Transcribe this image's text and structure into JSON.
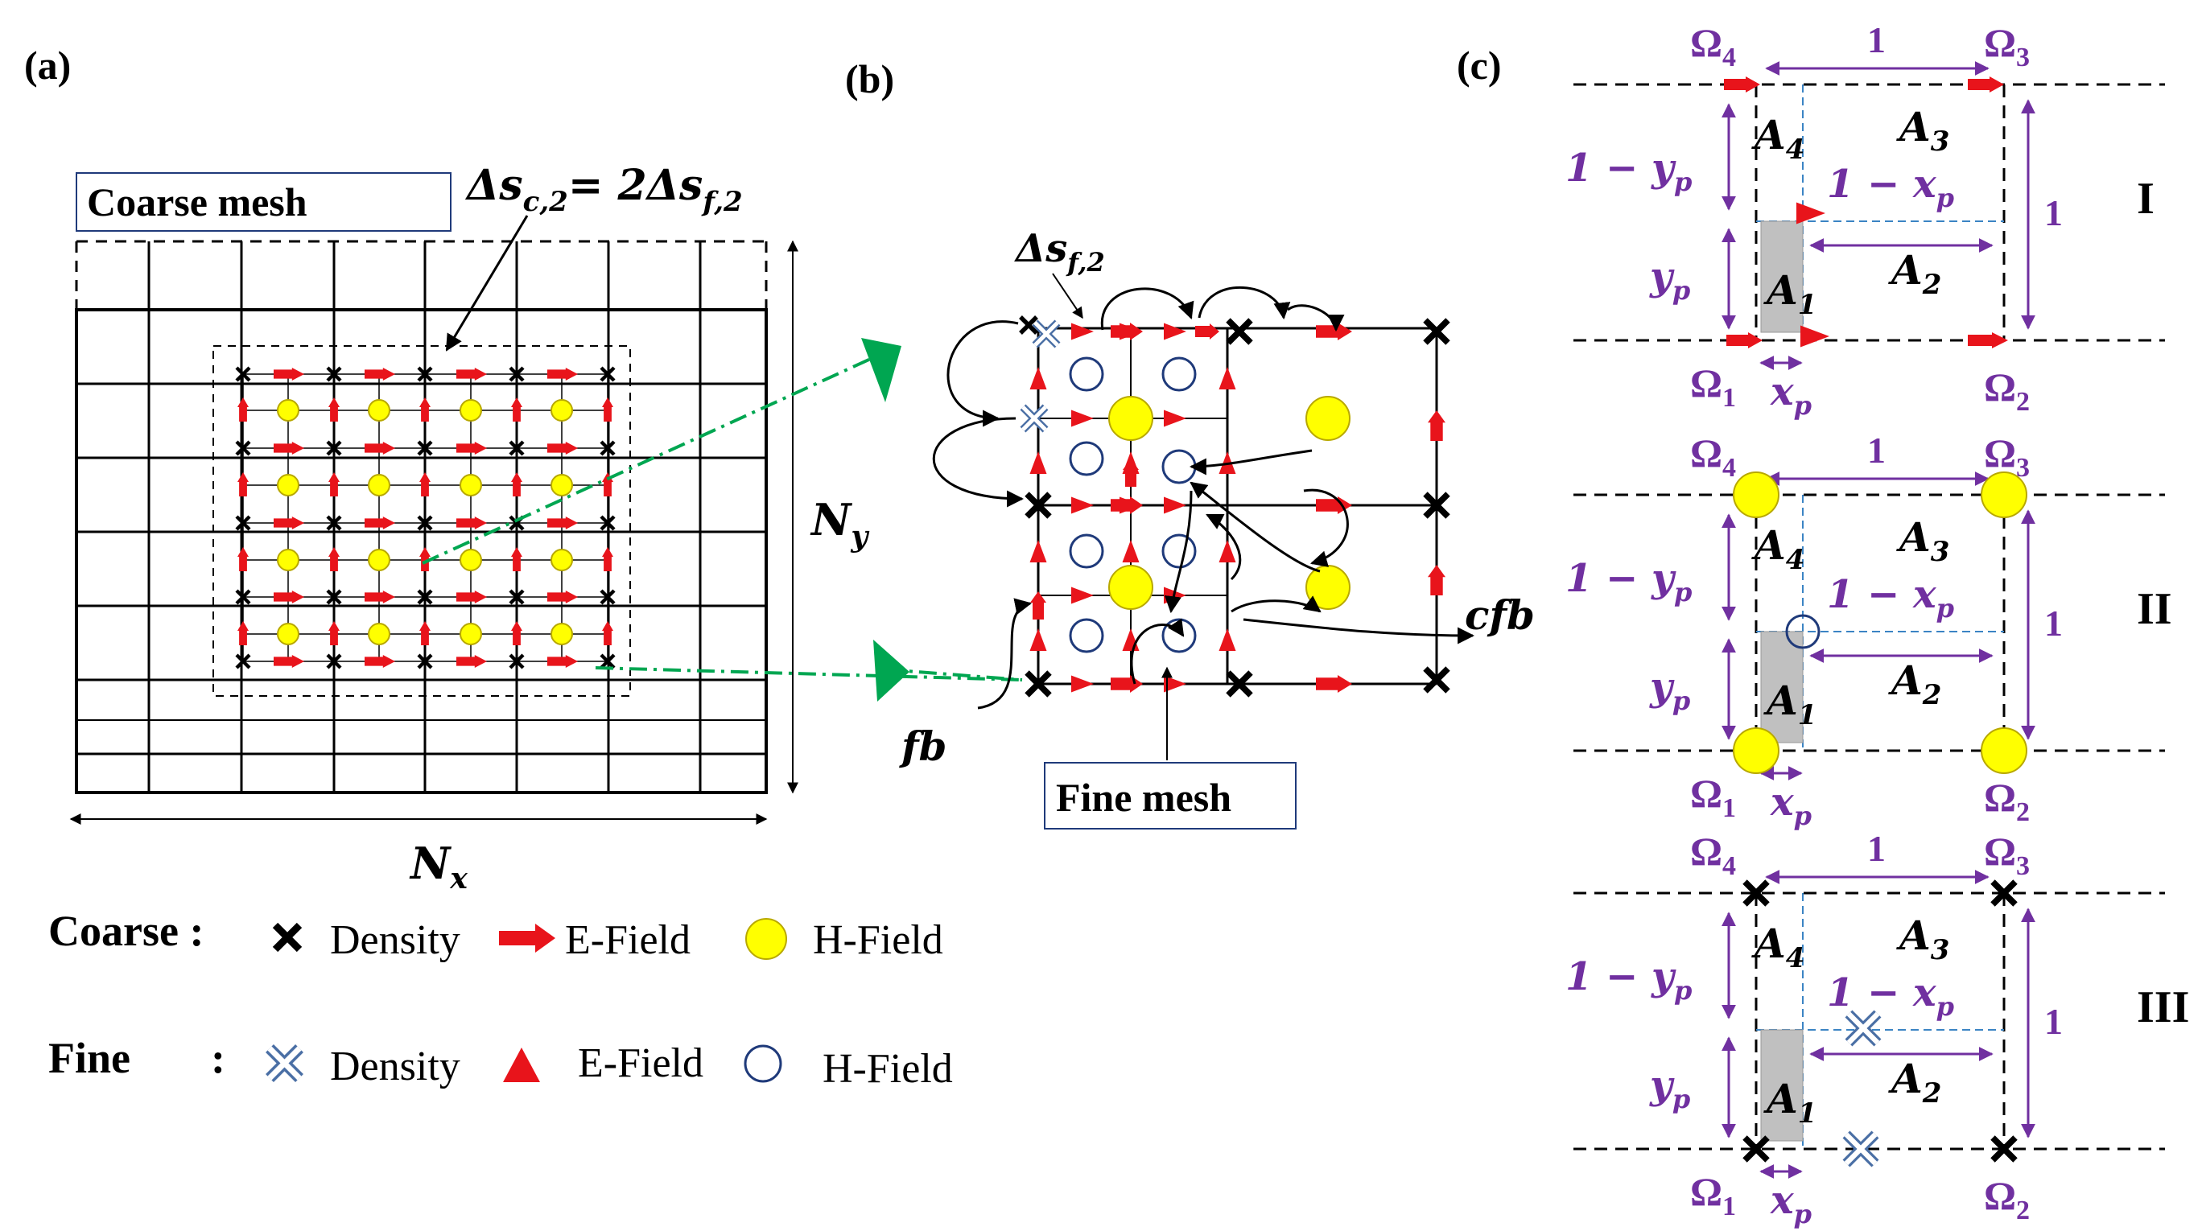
{
  "panels": {
    "a": {
      "label": "(a)"
    },
    "b": {
      "label": "(b)"
    },
    "c": {
      "label": "(c)"
    }
  },
  "panel_a": {
    "coarse_box": "Coarse mesh",
    "spacing_relation": "Δs_{c,2} = 2Δs_{f,2}",
    "nx_label": "N_x",
    "ny_label": "N_y"
  },
  "panel_b": {
    "spacing_label": "Δs_{f,2}",
    "fine_box": "Fine mesh",
    "fb_label": "fb",
    "cfb_label": "cfb"
  },
  "legend": {
    "coarse_head": "Coarse :",
    "fine_head": "Fine",
    "fine_colon": ":",
    "density": "Density",
    "efield": "E-Field",
    "hfield": "H-Field"
  },
  "panel_c": {
    "cases": [
      {
        "roman": "I",
        "marker": "efield"
      },
      {
        "roman": "II",
        "marker": "hfield"
      },
      {
        "roman": "III",
        "marker": "density"
      }
    ],
    "omega": [
      "Ω1",
      "Ω2",
      "Ω3",
      "Ω4"
    ],
    "areas": [
      "A1",
      "A2",
      "A3",
      "A4"
    ],
    "one": "1",
    "one_minus_yp": "1 − y_p",
    "one_minus_xp": "1 − x_p",
    "yp": "y_p",
    "xp": "x_p"
  },
  "colors": {
    "efield": "#e8141b",
    "hfield": "#ffff00",
    "hfield_stroke": "#b8a800",
    "fine_h_stroke": "#1f3a7a",
    "fine_density": "#4a6fa5",
    "purple": "#7030a0",
    "guide_dash": "#3b84c4",
    "green_arrow": "#00a651",
    "shaded": "#c0c0c0"
  }
}
